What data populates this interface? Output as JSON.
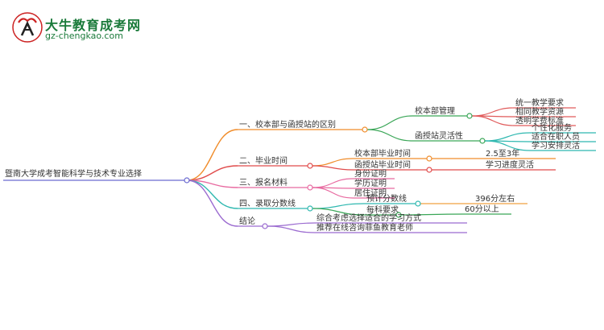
{
  "logo": {
    "site_name": "大牛教育成考网",
    "site_url": "gz-chengkao.com"
  },
  "root": {
    "label": "暨南大学成考智能科学与技术专业选择"
  },
  "branches": [
    {
      "label": "一、校本部与函授站的区别",
      "color": "#f08c2a",
      "children": [
        {
          "label": "校本部管理",
          "color": "#3aa657",
          "leaves": [
            "统一教学要求",
            "相同教学资源",
            "透明学费标准"
          ],
          "leaf_color": "#e05a5a"
        },
        {
          "label": "函授站灵活性",
          "color": "#3aa657",
          "leaves": [
            "个性化服务",
            "适合在职人员",
            "学习安排灵活"
          ],
          "leaf_color": "#2fb8b0"
        }
      ]
    },
    {
      "label": "二、毕业时间",
      "color": "#e04b4b",
      "children": [
        {
          "label": "校本部毕业时间",
          "color": "#f08c2a",
          "leaves": [
            "2.5至3年"
          ],
          "leaf_color": "#f08c2a"
        },
        {
          "label": "函授站毕业时间",
          "color": "#e04b4b",
          "leaves": [
            "学习进度灵活"
          ],
          "leaf_color": "#e04b4b"
        }
      ]
    },
    {
      "label": "三、报名材料",
      "color": "#e86aa0",
      "children": [
        {
          "label": "身份证明",
          "color": "#e86aa0",
          "leaves": []
        },
        {
          "label": "学历证明",
          "color": "#e86aa0",
          "leaves": []
        },
        {
          "label": "居住证明",
          "color": "#e86aa0",
          "leaves": []
        }
      ]
    },
    {
      "label": "四、录取分数线",
      "color": "#2fb8b0",
      "children": [
        {
          "label": "预计分数线",
          "color": "#2fb8b0",
          "leaves": [
            "396分左右"
          ],
          "leaf_color": "#f0a040"
        },
        {
          "label": "每科要求",
          "color": "#3aa657",
          "leaves": [
            "60分以上"
          ],
          "leaf_color": "#3aa657"
        }
      ]
    },
    {
      "label": "结论",
      "color": "#9b6bd0",
      "children": [
        {
          "label": "综合考虑选择适合的学习方式",
          "color": "#9b6bd0",
          "leaves": []
        },
        {
          "label": "推荐在线咨询菲鱼教育老师",
          "color": "#9b6bd0",
          "leaves": []
        }
      ]
    }
  ]
}
